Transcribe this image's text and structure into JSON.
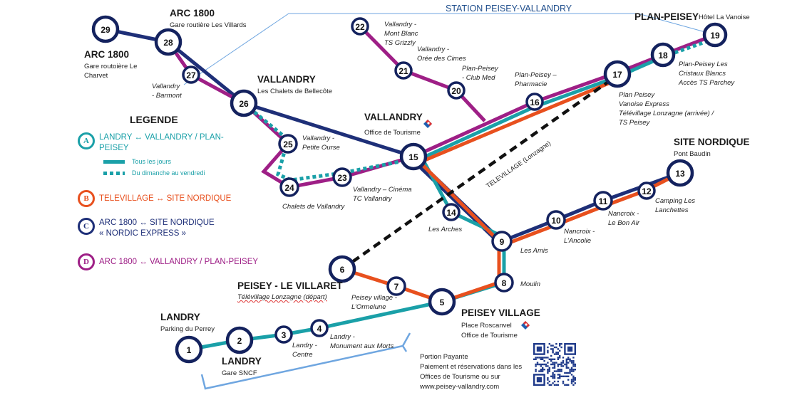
{
  "colors": {
    "line_a": "#1aa0a8",
    "line_b": "#e8501e",
    "line_c": "#1e2f78",
    "line_d": "#9e1f86",
    "televillage": "#111111",
    "callout": "#6fa6e0",
    "station_ring": "#14225e"
  },
  "header": {
    "station_title": "STATION PEISEY-VALLANDRY"
  },
  "legend": {
    "title": "LEGENDE",
    "routes": [
      {
        "badge": "A",
        "text_line1": "LANDRY ↔ VALLANDRY /  PLAN-",
        "text_line2": "PEISEY",
        "color": "#1aa0a8"
      },
      {
        "badge": "B",
        "text_line1": "TELEVILLAGE ↔ SITE NORDIQUE",
        "color": "#e8501e"
      },
      {
        "badge": "C",
        "text_line1": "ARC 1800 ↔ SITE NORDIQUE",
        "text_line2": "« NORDIC EXPRESS »",
        "color": "#1e2f78"
      },
      {
        "badge": "D",
        "text_line1": "ARC 1800 ↔ VALLANDRY / PLAN-PEISEY",
        "color": "#9e1f86"
      }
    ],
    "frequency": {
      "solid": "Tous les jours",
      "dotted": "Du dimanche au vendredi"
    }
  },
  "places": {
    "arc1800_villards": {
      "title": "ARC 1800",
      "sub": "Gare routière Les Villards"
    },
    "arc1800_charvet": {
      "title": "ARC 1800",
      "sub1": "Gare routoière Le",
      "sub2": "Charvet"
    },
    "vallandry_bellecote": {
      "title": "VALLANDRY",
      "sub": "Les Chalets de Bellecôte"
    },
    "vallandry_office": {
      "title": "VALLANDRY",
      "sub": "Office de Tourisme"
    },
    "plan_peisey": {
      "title": "PLAN-PEISEY",
      "sub": "Hôtel La Vanoise"
    },
    "site_nordique": {
      "title": "SITE NORDIQUE",
      "sub": "Pont Baudin"
    },
    "peisey_villaret": {
      "title": "PEISEY - LE VILLARET",
      "sub": "Télévillage Lonzagne (départ)"
    },
    "peisey_village": {
      "title": "PEISEY VILLAGE",
      "sub1": "Place Roscanvel",
      "sub2": "Office de Tourisme"
    },
    "landry_perrey": {
      "title": "LANDRY",
      "sub": "Parking du Perrey"
    },
    "landry_gare": {
      "title": "LANDRY",
      "sub": "Gare SNCF"
    }
  },
  "stop_labels": {
    "s27": [
      "Vallandry",
      "- Barmont"
    ],
    "s25": [
      "Vallandry -",
      "Petite Ourse"
    ],
    "s24": [
      "Chalets de Vallandry"
    ],
    "s23": [
      "Vallandry – Cinéma",
      "TC Vallandry"
    ],
    "s22": [
      "Vallandry -",
      "Mont Blanc",
      "TS Grizzly"
    ],
    "s21": [
      "Vallandry -",
      "Orée des Cimes"
    ],
    "s20": [
      "Plan-Peisey",
      "- Club Med"
    ],
    "s16": [
      "Plan-Peisey –",
      "Pharmacie"
    ],
    "s17": [
      "Plan Peisey",
      "Vanoise Express",
      "Télévillage Lonzagne (arrivée) /",
      "TS Peisey"
    ],
    "s18": [
      "Plan-Peisey Les",
      "Cristaux Blancs",
      "Accès TS Parchey"
    ],
    "s14": [
      "Les Arches"
    ],
    "s9": [
      "Les Amis"
    ],
    "s10": [
      "Nancroix -",
      "L’Ancolie"
    ],
    "s11": [
      "Nancroix -",
      "Le Bon Air"
    ],
    "s12": [
      "Camping Les",
      "Lanchettes"
    ],
    "s8": [
      "Moulin"
    ],
    "s7": [
      "Peisey village -",
      "L’Ormelune"
    ],
    "s3": [
      "Landry -",
      "Centre"
    ],
    "s4": [
      "Landry -",
      "Monument aux Morts"
    ]
  },
  "televillage_label": "TELEVILLAGE (Lonzagne)",
  "info": {
    "line1": "Portion Payante",
    "line2": "Paiement et réservations dans les",
    "line3": "Offices de Tourisme ou sur",
    "line4": "www.peisey-vallandry.com"
  },
  "stations": [
    {
      "id": "1"
    },
    {
      "id": "2"
    },
    {
      "id": "3"
    },
    {
      "id": "4"
    },
    {
      "id": "5"
    },
    {
      "id": "6"
    },
    {
      "id": "7"
    },
    {
      "id": "8"
    },
    {
      "id": "9"
    },
    {
      "id": "10"
    },
    {
      "id": "11"
    },
    {
      "id": "12"
    },
    {
      "id": "13"
    },
    {
      "id": "14"
    },
    {
      "id": "15"
    },
    {
      "id": "16"
    },
    {
      "id": "17"
    },
    {
      "id": "18"
    },
    {
      "id": "19"
    },
    {
      "id": "20"
    },
    {
      "id": "21"
    },
    {
      "id": "22"
    },
    {
      "id": "23"
    },
    {
      "id": "24"
    },
    {
      "id": "25"
    },
    {
      "id": "26"
    },
    {
      "id": "27"
    },
    {
      "id": "28"
    },
    {
      "id": "29"
    }
  ]
}
